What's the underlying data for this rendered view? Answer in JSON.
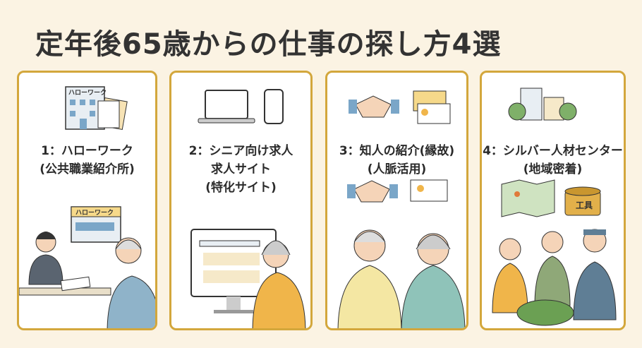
{
  "title": "定年後65歳からの仕事の探し方4選",
  "cards": [
    {
      "line1": "1：ハローワーク",
      "line2": "(公共職業紹介所)",
      "sign_top": "ハローワーク",
      "sign_bottom": "ハローワーク"
    },
    {
      "line1": "2：シニア向け求人",
      "line2": "求人サイト",
      "line3": "(特化サイト)"
    },
    {
      "line1": "3：知人の紹介(縁故)",
      "line2": "(人脈活用)"
    },
    {
      "line1": "4：シルバー人材センター",
      "line2": "(地域密着)",
      "tool_label": "工具"
    }
  ]
}
